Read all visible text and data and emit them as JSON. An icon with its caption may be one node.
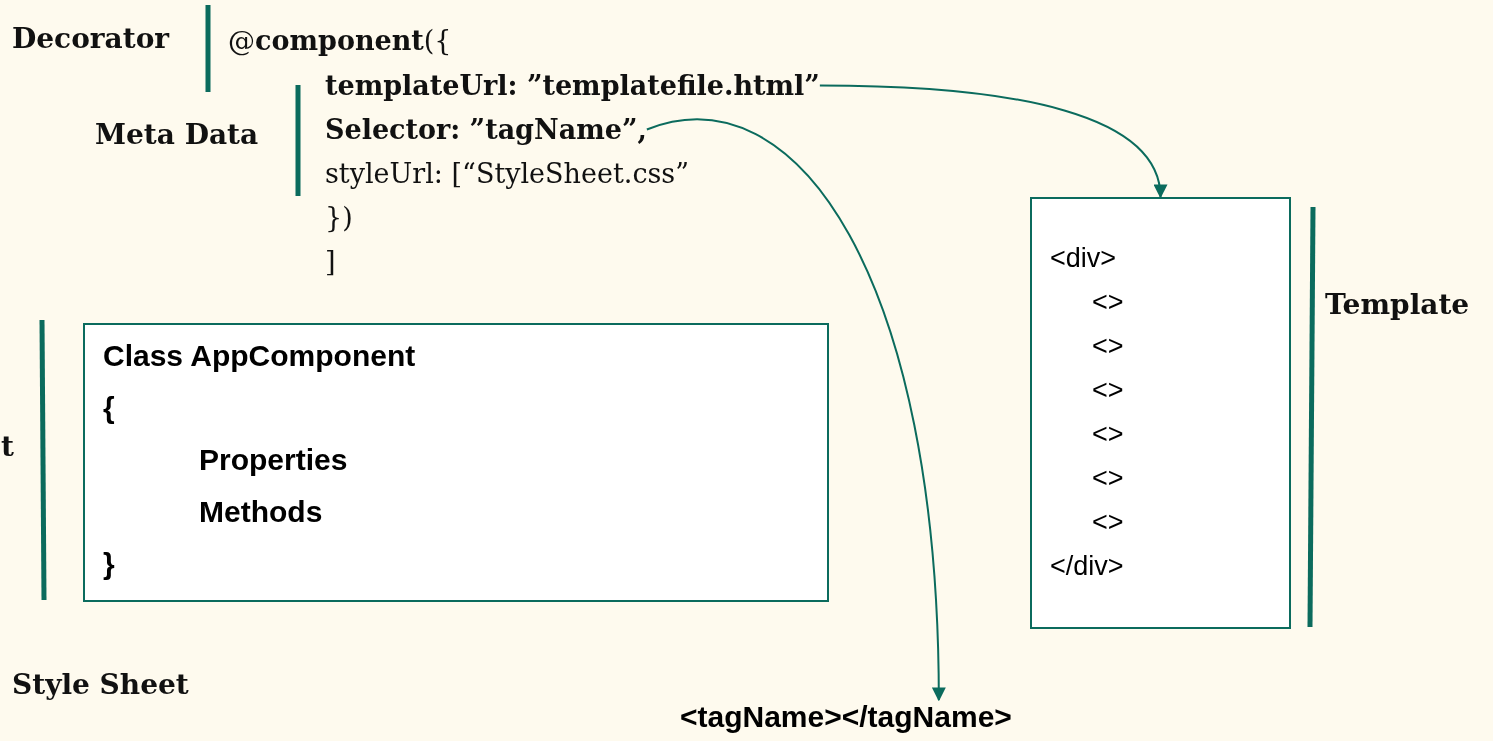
{
  "diagram": {
    "nodes": [
      {
        "text": [
          "templateUrl: ”templatefile.html”"
        ]
      },
      {
        "text": [
          "Selector: ”tagName”,"
        ]
      },
      {
        "text": [
          "<div>",
          "<>",
          "<>",
          "<>",
          "<>",
          "<>",
          "<>",
          "</div>"
        ]
      },
      {
        "text": [
          "<tagName></tagName>"
        ]
      },
      {
        "text": [
          "Class AppComponent",
          "{",
          "Properties",
          "Methods",
          "}"
        ]
      }
    ],
    "edges": [
      {
        "from": 0,
        "to": 2,
        "arrow": "to"
      },
      {
        "from": 1,
        "to": 3,
        "arrow": "to"
      }
    ],
    "labels": [
      "Decorator",
      "@**component**({",
      "Meta Data",
      "styleUrl: [“StyleSheet.css”",
      "})",
      "]",
      "t",
      "Template",
      "Style Sheet"
    ]
  }
}
